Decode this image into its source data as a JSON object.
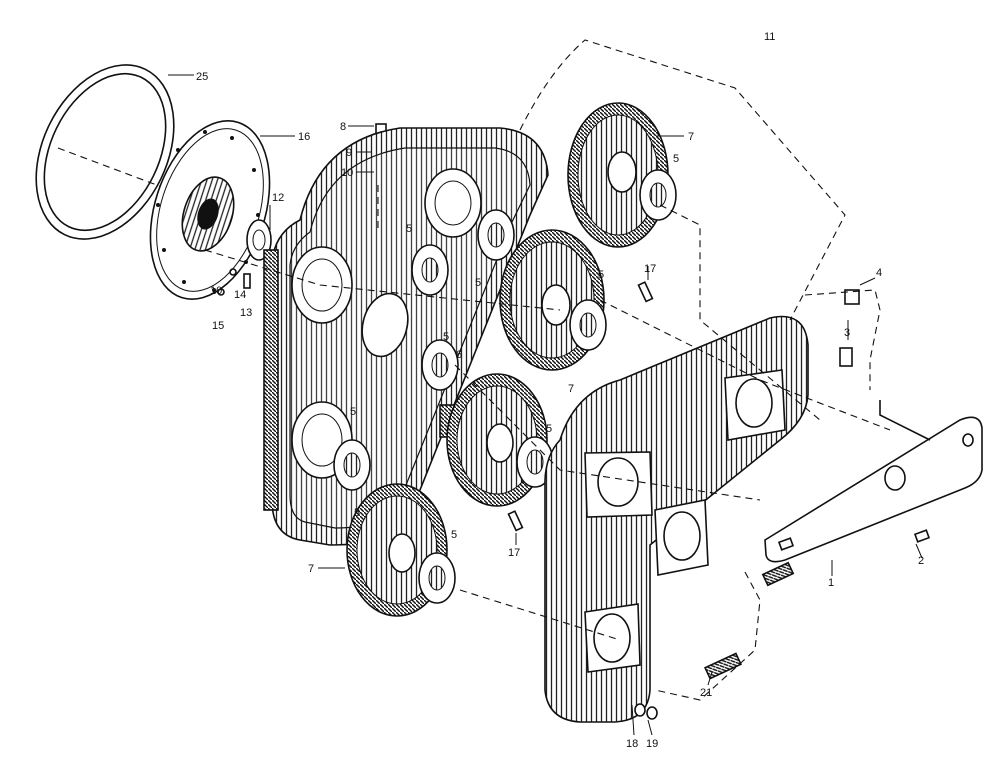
{
  "labels": {
    "l1": "1",
    "l2": "2",
    "l3": "3",
    "l4": "4",
    "l5a": "5",
    "l5b": "5",
    "l5c": "5",
    "l5d": "5",
    "l5e": "5",
    "l5f": "5",
    "l5g": "5",
    "l5h": "5",
    "l5i": "5",
    "l6": "6",
    "l7a": "7",
    "l7b": "7",
    "l7c": "7",
    "l8": "8",
    "l9": "9",
    "l10a": "10",
    "l10b": "10",
    "l11": "11",
    "l12": "12",
    "l13": "13",
    "l14": "14",
    "l15": "15",
    "l16": "16",
    "l17a": "17",
    "l17b": "17",
    "l18": "18",
    "l19": "19",
    "l21": "21",
    "l25": "25"
  }
}
